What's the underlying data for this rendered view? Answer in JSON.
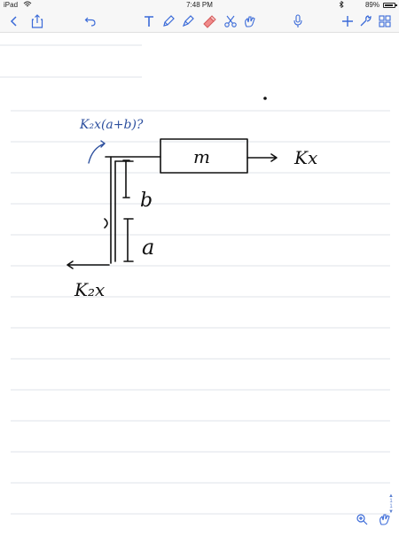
{
  "status_bar": {
    "carrier": "iPad",
    "time": "7:48 PM",
    "battery_percent": "89%",
    "battery_level": 0.89
  },
  "toolbar": {
    "left_icons": [
      "chevron-left-icon",
      "share-icon",
      "undo-icon"
    ],
    "center_tools": [
      "text-tool-icon",
      "pen-tool-icon",
      "highlighter-tool-icon",
      "eraser-tool-icon",
      "scissors-tool-icon",
      "hand-tool-icon",
      "microphone-icon"
    ],
    "right_icons": [
      "add-icon",
      "wrench-icon",
      "grid-icon"
    ]
  },
  "page_indicator": {
    "current": "1",
    "total": "1"
  },
  "handwriting": {
    "moment_label": "K₂x(a+b)?",
    "mass_label": "m",
    "force_right_label": "Kx",
    "dim_b": "b",
    "dim_a": "a",
    "force_left_label": "K₂x"
  }
}
